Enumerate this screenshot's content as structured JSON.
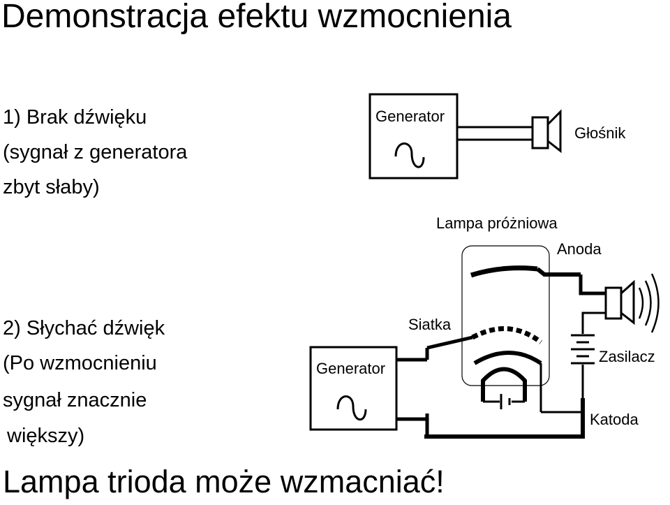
{
  "title": "Demonstracja efektu wzmocnienia",
  "case1": {
    "line1": "1) Brak dźwięku",
    "line2": "(sygnał z generatora",
    "line3": "zbyt słaby)"
  },
  "case2": {
    "line1": "2) Słychać dźwięk",
    "line2": "(Po wzmocnieniu",
    "line3": "sygnał znacznie",
    "line4": "większy)"
  },
  "conclusion": "Lampa trioda może wzmacniać!",
  "diagram": {
    "generator_label": "Generator",
    "speaker_label": "Głośnik",
    "tube_label": "Lampa próżniowa",
    "anode_label": "Anoda",
    "grid_label": "Siatka",
    "power_label": "Zasilacz",
    "cathode_label": "Katoda"
  }
}
